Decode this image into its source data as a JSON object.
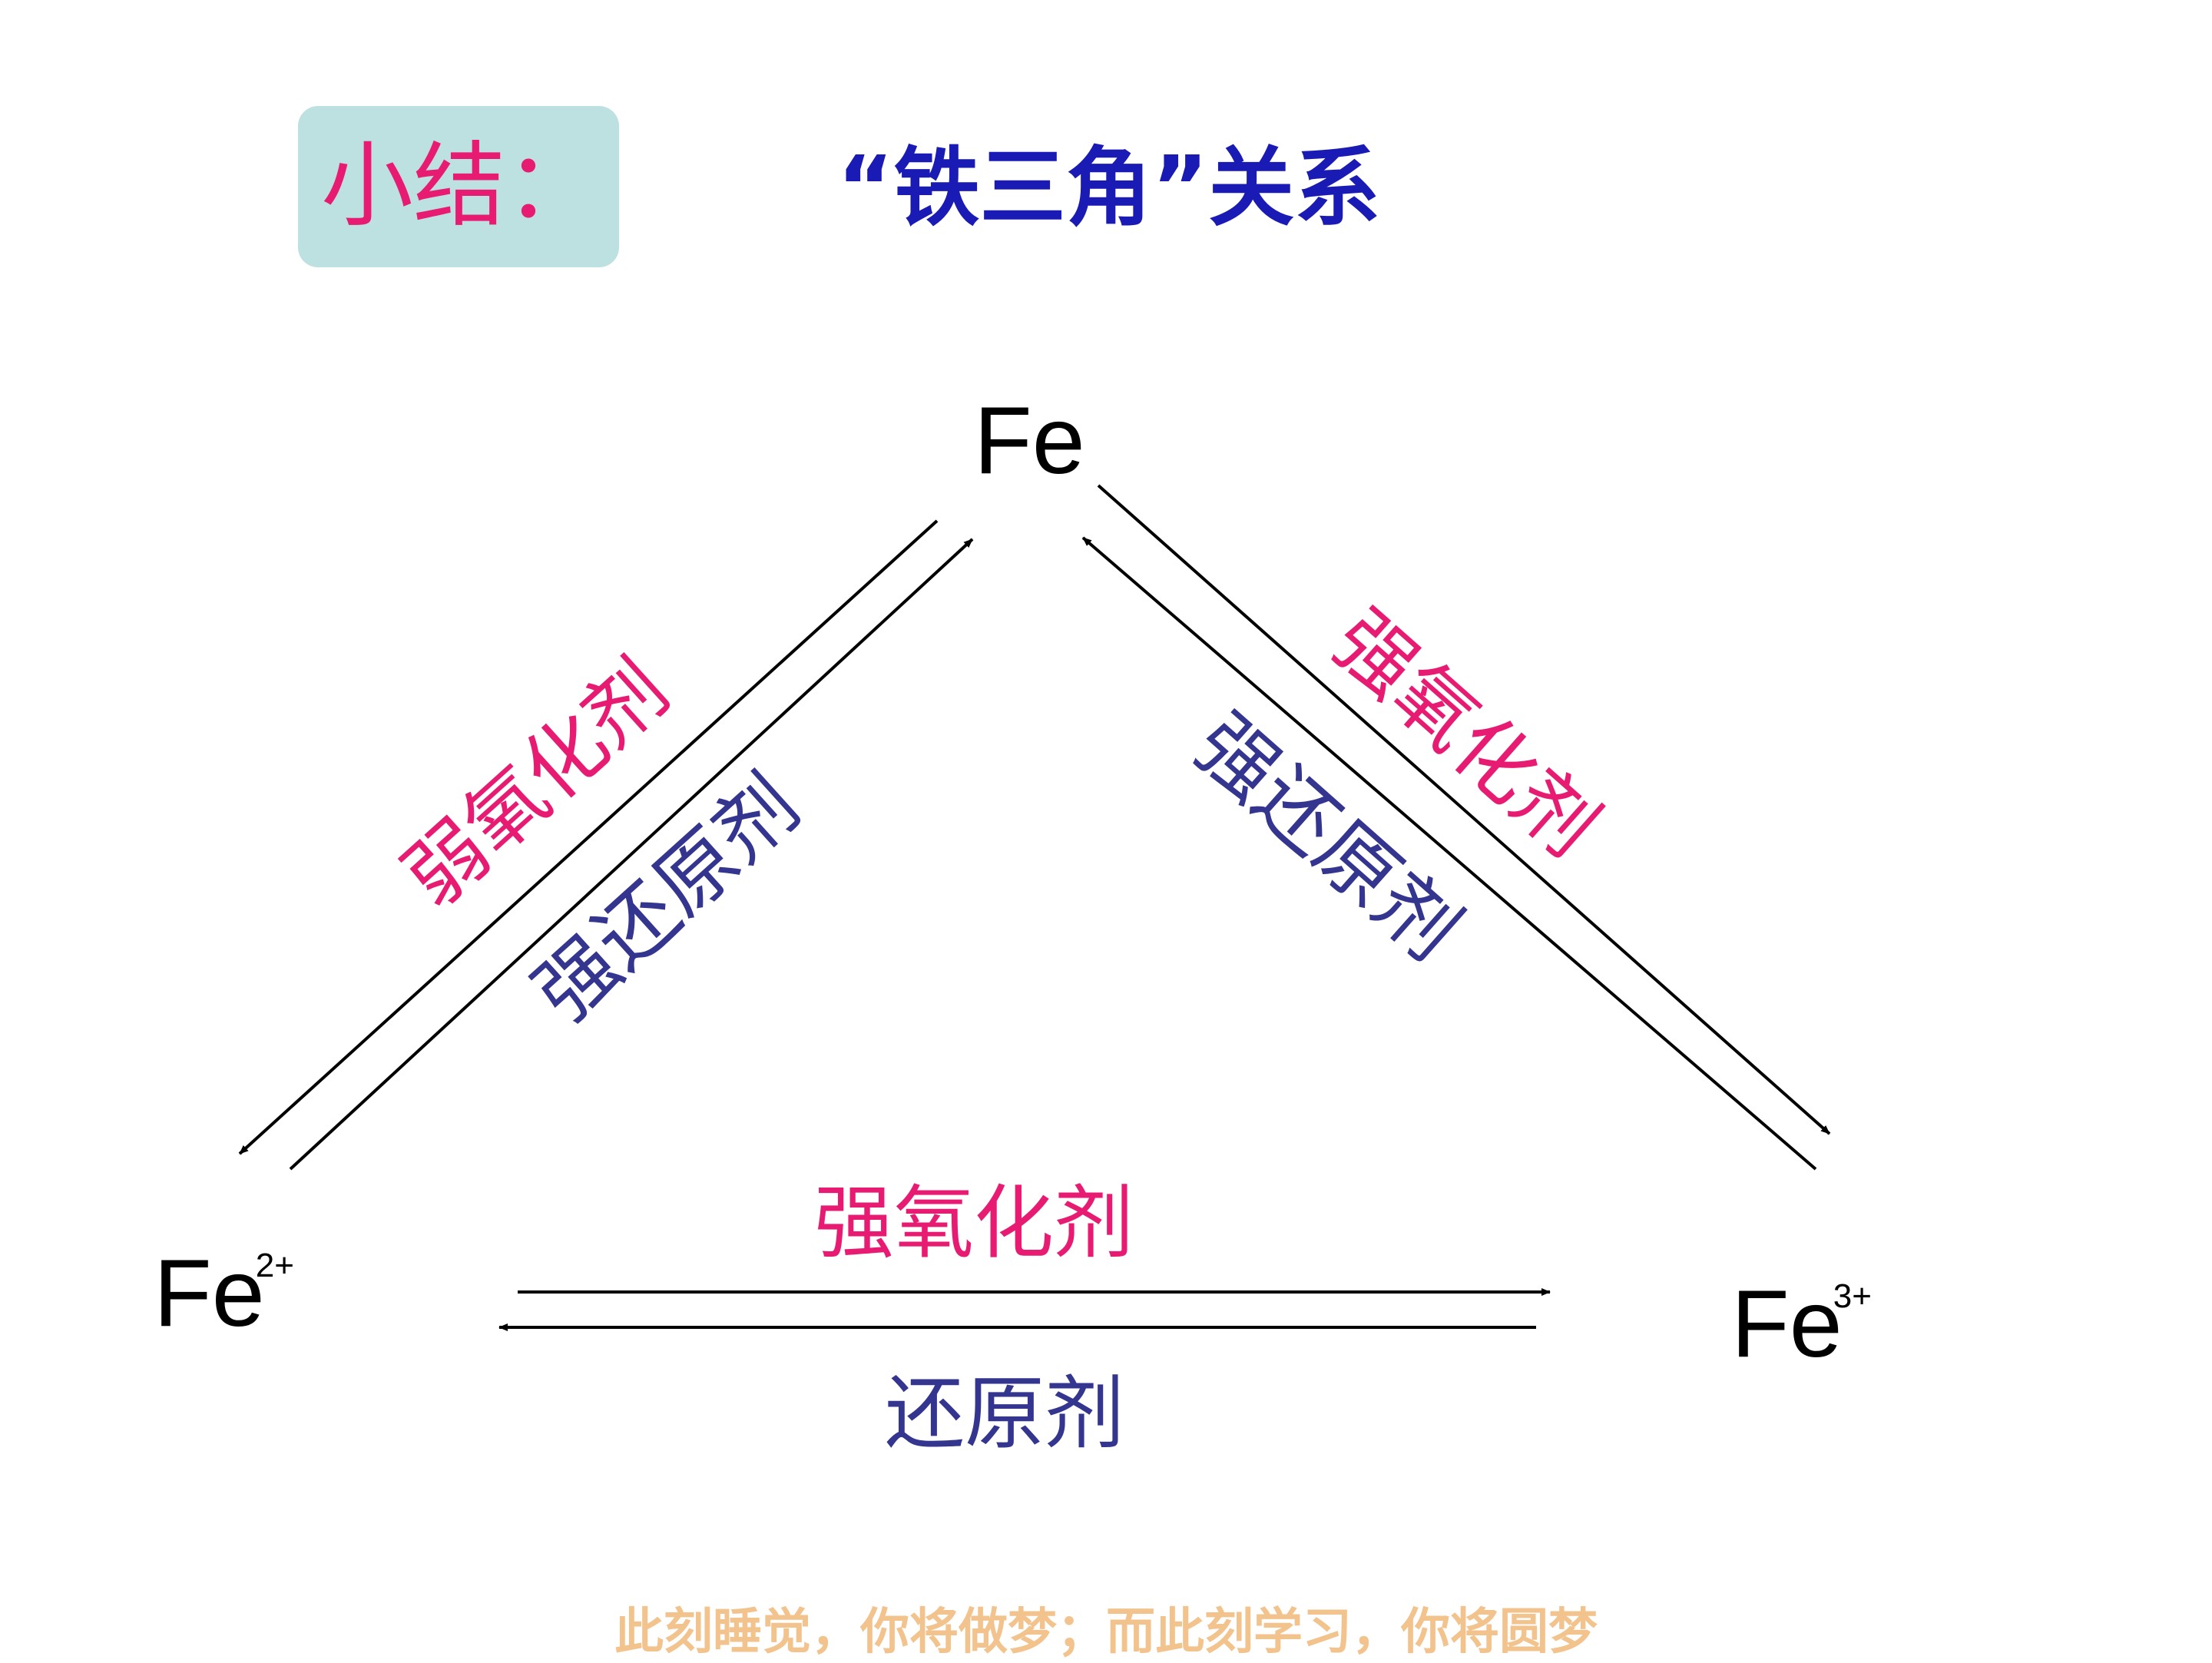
{
  "header": {
    "badge": "小结：",
    "title": "“铁三角”关系"
  },
  "nodes": {
    "fe": {
      "symbol": "Fe"
    },
    "fe2": {
      "symbol": "Fe",
      "charge": "2+"
    },
    "fe3": {
      "symbol": "Fe",
      "charge": "3+"
    }
  },
  "edges": {
    "fe_to_fe2": "弱氧化剂",
    "fe2_to_fe": "强还原剂",
    "fe_to_fe3": "强氧化剂",
    "fe3_to_fe": "强还原剂",
    "fe2_to_fe3": "强氧化剂",
    "fe3_to_fe2": "还原剂"
  },
  "colors": {
    "oxidant": "#e81b73",
    "reductant": "#34358f",
    "title": "#1a1ab4",
    "badge_bg": "#bde0e0",
    "footer": "#f3c38d"
  },
  "footer": "此刻睡觉，你将做梦；而此刻学习，你将圆梦"
}
